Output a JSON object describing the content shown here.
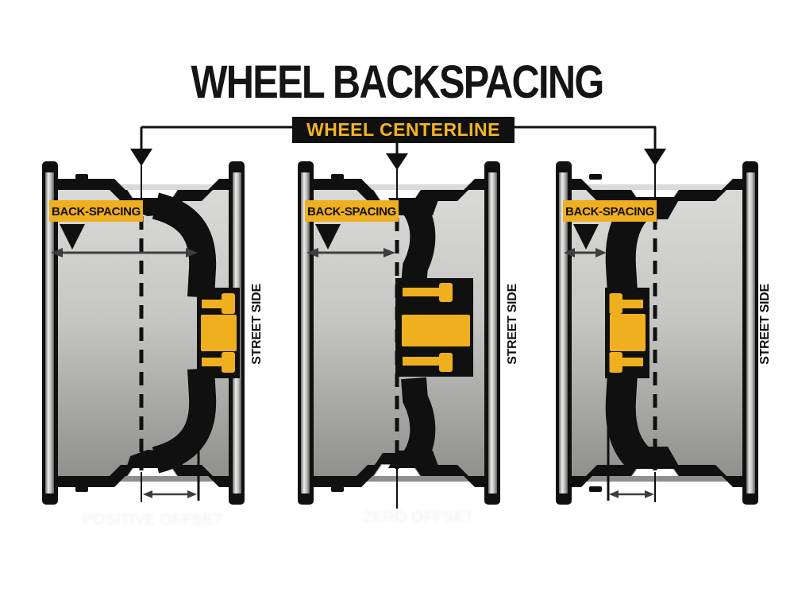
{
  "title": "WHEEL BACKSPACING",
  "centerline_label": "WHEEL CENTERLINE",
  "wheels": [
    {
      "name": "positive-offset-wheel",
      "back_spacing_label": "BACK-SPACING",
      "street_side_label": "STREET SIDE",
      "ghost_caption": "POSITIVE OFFSET"
    },
    {
      "name": "zero-offset-wheel",
      "back_spacing_label": "BACK-SPACING",
      "street_side_label": "STREET SIDE",
      "ghost_caption": "ZERO OFFSET"
    },
    {
      "name": "negative-offset-wheel",
      "back_spacing_label": "BACK-SPACING",
      "street_side_label": "STREET SIDE",
      "ghost_caption": ""
    }
  ],
  "colors": {
    "accent_yellow": "#EFAF1E",
    "centerline_text_yellow": "#F4B41F",
    "ink_black": "#101010",
    "arrow_gray": "#3E3E3E"
  }
}
